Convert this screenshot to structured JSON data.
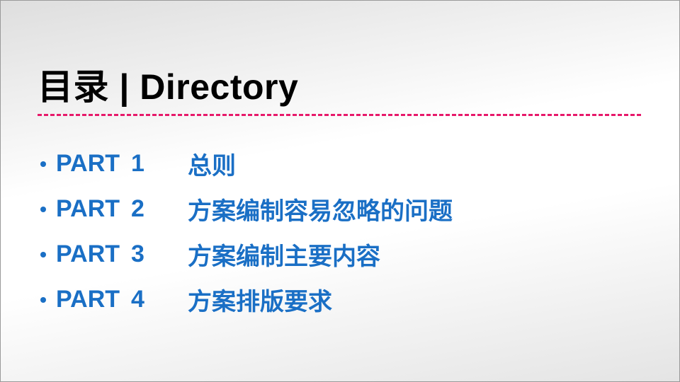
{
  "slide": {
    "title": "目录 | Directory",
    "divider_color": "#e7196a",
    "accent_color": "#1a6fc5",
    "toc": [
      {
        "part": "PART",
        "number": "1",
        "label": "总则"
      },
      {
        "part": "PART",
        "number": "2",
        "label": "方案编制容易忽略的问题"
      },
      {
        "part": "PART",
        "number": "3",
        "label": "方案编制主要内容"
      },
      {
        "part": "PART",
        "number": "4",
        "label": "方案排版要求"
      }
    ]
  }
}
